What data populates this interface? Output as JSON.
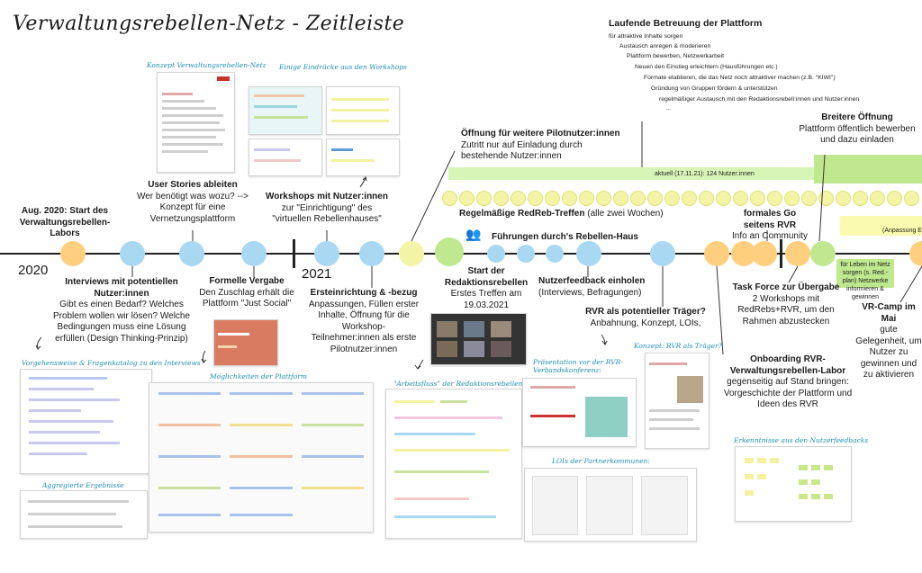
{
  "title": "Verwaltungsrebellen-Netz - Zeitleiste",
  "years": {
    "y2020": "2020",
    "y2021": "2021"
  },
  "events": {
    "aug2020": {
      "title": "Aug. 2020: Start des Verwaltungsrebellen-Labors"
    },
    "user_stories": {
      "title": "User Stories ableiten",
      "text": "Wer benötigt was wozu? --> Konzept für eine Vernetzungsplattform"
    },
    "interviews": {
      "title": "Interviews mit potentiellen Nutzer:innen",
      "text": "Gibt es einen Bedarf? Welches Problem wollen wir lösen? Welche Bedingungen muss eine Lösung erfüllen (Design Thinking-Prinzip)"
    },
    "vergabe": {
      "title": "Formelle Vergabe",
      "text": "Den Zuschlag erhält die Plattform \"Just Social\""
    },
    "workshops": {
      "title": "Workshops mit Nutzer:innen",
      "text": "zur \"Einrichtigung\" des \"virtuellen Rebellenhauses\""
    },
    "einrichtung": {
      "title": "Ersteinrichtung & -bezug",
      "text": "Anpassungen, Füllen erster Inhalte, Öffnung für die Workshop-Teilnehmer:innen als erste Pilotnutzer:innen"
    },
    "redaktion": {
      "title": "Start der Redaktionsrebellen",
      "text": "Erstes Treffen am 19.03.2021"
    },
    "oeffnung": {
      "title": "Öffnung für weitere Pilotnutzer:innen",
      "text": "Zutritt nur auf Einladung durch bestehende Nutzer:innen"
    },
    "treffen": {
      "title": "Regelmäßige RedReb-Treffen",
      "text": "(alle zwei Wochen)"
    },
    "fuehrungen": {
      "title": "Führungen durch's Rebellen-Haus"
    },
    "feedback": {
      "title": "Nutzerfeedback einholen",
      "text": "(Interviews, Befragungen)"
    },
    "rvr_traeger": {
      "title": "RVR als potentieller Träger?",
      "text": "Anbahnung, Konzept, LOIs,"
    },
    "onboarding": {
      "title": "Onboarding RVR-Verwaltungsrebellen-Labor",
      "text": "gegenseitig auf Stand bringen: Vorgeschichte der Plattform und Ideen des RVR"
    },
    "taskforce": {
      "title": "Task Force zur Übergabe",
      "text": "2 Workshops mit RedRebs+RVR, um den Rahmen abzustecken"
    },
    "formales_go": {
      "title": "formales Go seitens RVR",
      "text": "Info an Community"
    },
    "breitere": {
      "title": "Breitere Öffnung",
      "text": "Plattform öffentlich bewerben und dazu einladen"
    },
    "vrcamp": {
      "title": "VR-Camp im Mai",
      "text": "gute Gelegenheit, um Nutzer zu gewinnen und zu aktivieren"
    },
    "laufende": {
      "title": "Laufende Betreuung der Plattform",
      "items": [
        "für attraktive Inhalte sorgen",
        "Austausch anregen & moderieren",
        "Plattform bewerben, Netzwerkarbeit",
        "Neuen den Einstieg erleichtern (Hausführungen etc.)",
        "Formate etablieren, die das Netz noch attraktiver machen (z.B. \"KIWI\")",
        "Gründung von Gruppen fördern & unterstützen",
        "regelmäßiger Austausch mit den Redaktionsrebell:innen und Nutzer:innen",
        "..."
      ]
    }
  },
  "bars": {
    "aktuell": "aktuell (17.11.21): 124 Nutzer:innen",
    "leben": "für Leben im Netz sorgen (s. Red.-plan) Netzwerke informieren & gewinnen",
    "anpassung": "(Anpassung Ein"
  },
  "captions": {
    "konzept_netz": "Konzept Verwaltungsrebellen-Netz",
    "eindruecke": "Einige Eindrücke aus den Workshops",
    "vorgehen": "Vorgehensweise & Fragenkatalog zu den Interviews",
    "ergebnisse": "Aggregierte Ergebnisse",
    "moeglichkeiten": "Möglichkeiten der Plattform",
    "arbeitsfluss": "\"Arbeitsfluss\" der Redaktionsrebellen",
    "praesentation": "Präsentation vor der RVR-Verbandskonferenz:",
    "konzept_rvr": "Konzept: RVR als Träger?",
    "lois": "LOIs der Partnerkommunen:",
    "erkenntnisse": "Erkenntnisse aus den Nutzerfeedbacks"
  },
  "colors": {
    "orange": "#ffcf80",
    "blue": "#a9d8f2",
    "yellow": "#f4f4a6",
    "green": "#bfe88f",
    "bar_green": "#d8f5b8",
    "pill_yellow": "#fbfbb0",
    "caption": "#1f8fb3"
  }
}
